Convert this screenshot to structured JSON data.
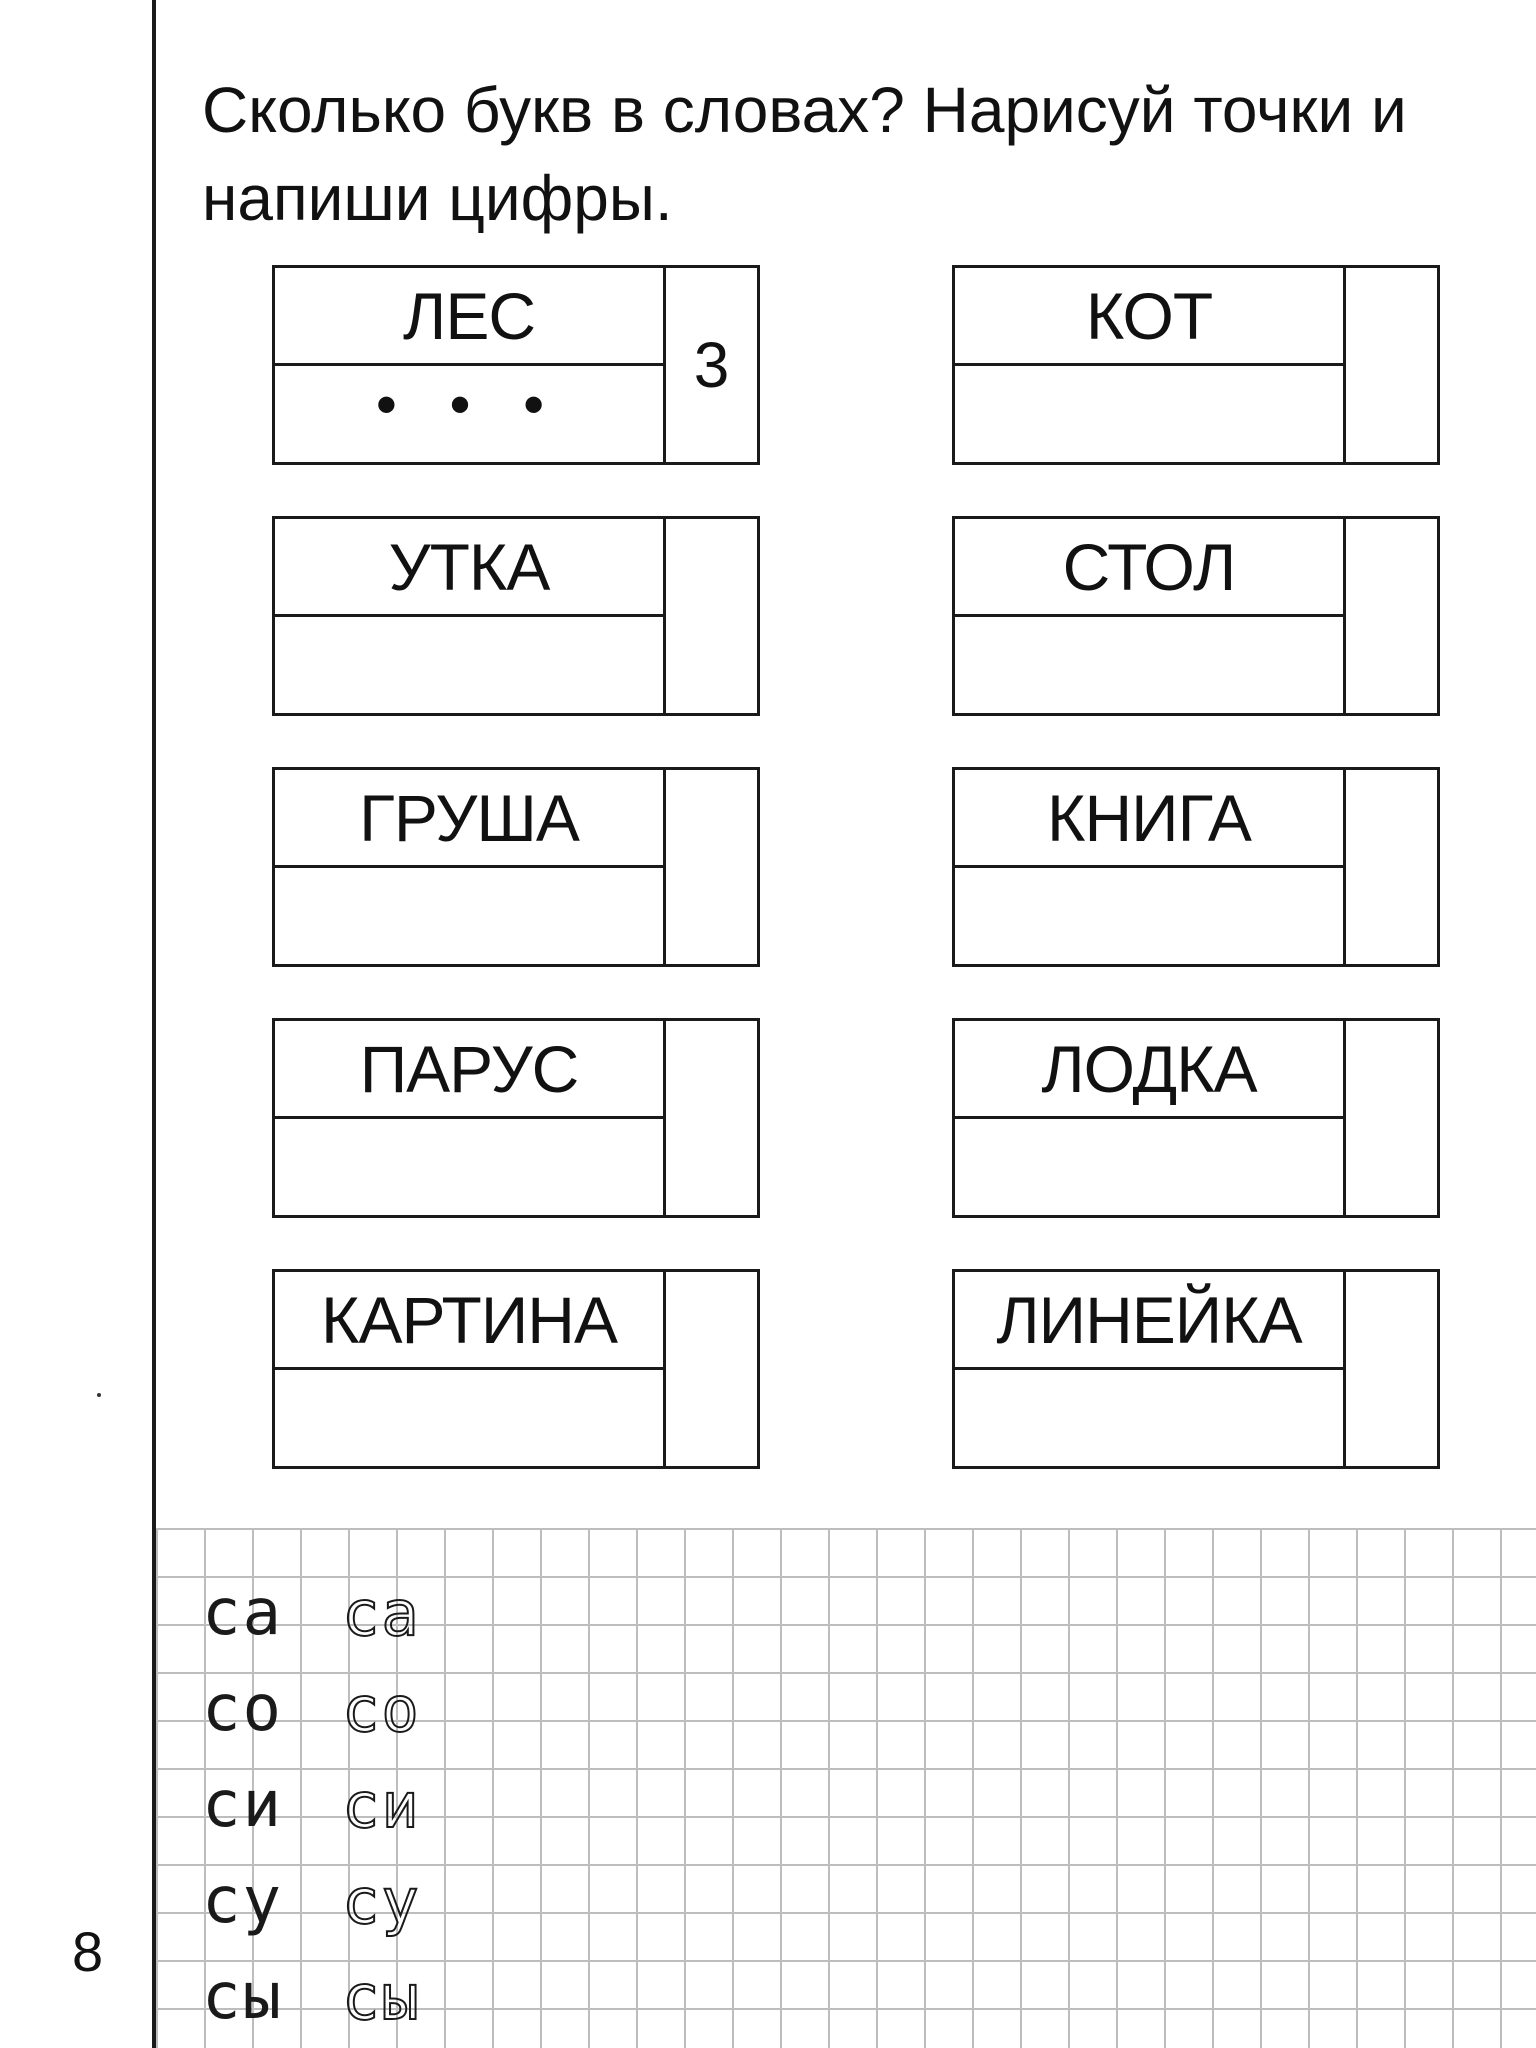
{
  "instruction": "Сколько букв в словах? Нарисуй точки и напиши цифры.",
  "page_number": "8",
  "word_boxes": [
    {
      "word": "ЛЕС",
      "dots": "• • •",
      "count": "3"
    },
    {
      "word": "КОТ",
      "dots": "",
      "count": ""
    },
    {
      "word": "УТКА",
      "dots": "",
      "count": ""
    },
    {
      "word": "СТОЛ",
      "dots": "",
      "count": ""
    },
    {
      "word": "ГРУША",
      "dots": "",
      "count": ""
    },
    {
      "word": "КНИГА",
      "dots": "",
      "count": ""
    },
    {
      "word": "ПАРУС",
      "dots": "",
      "count": ""
    },
    {
      "word": "ЛОДКА",
      "dots": "",
      "count": ""
    },
    {
      "word": "КАРТИНА",
      "dots": "",
      "count": ""
    },
    {
      "word": "ЛИНЕЙКА",
      "dots": "",
      "count": ""
    }
  ],
  "syllables": [
    {
      "sample": "са",
      "trace": "са"
    },
    {
      "sample": "со",
      "trace": "со"
    },
    {
      "sample": "си",
      "trace": "си"
    },
    {
      "sample": "су",
      "trace": "су"
    },
    {
      "sample": "сы",
      "trace": "сы"
    }
  ]
}
